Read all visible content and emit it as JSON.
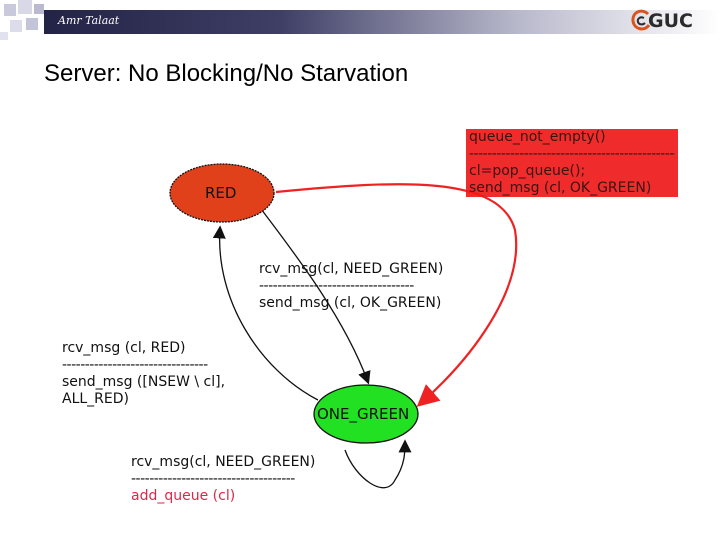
{
  "header": {
    "author": "Amr Talaat",
    "logo_text": "GUC"
  },
  "slide": {
    "title": "Server: No Blocking/No Starvation"
  },
  "diagram": {
    "states": {
      "red": {
        "label": "RED",
        "color": "#e0401a"
      },
      "one_green": {
        "label": "ONE_GREEN",
        "color": "#22e022"
      }
    },
    "transitions": {
      "queue_pop": {
        "condition": "queue_not_empty()",
        "divider": "------------------------------------------------",
        "action_1": "cl=pop_queue();",
        "action_2": "send_msg (cl, OK_GREEN)",
        "highlight_color": "#ee1a1a"
      },
      "need_green_from_red": {
        "condition": "rcv_msg(cl, NEED_GREEN)",
        "divider": "----------------------------------",
        "action": "send_msg (cl, OK_GREEN)"
      },
      "red_received": {
        "condition": "rcv_msg (cl, RED)",
        "divider": "--------------------------------",
        "action_1": "send_msg ([NSEW \\ cl],",
        "action_2": "ALL_RED)"
      },
      "need_green_self_loop": {
        "condition": "rcv_msg(cl, NEED_GREEN)",
        "divider": "------------------------------------",
        "action": "add_queue (cl)",
        "action_color": "#e0254a"
      }
    }
  }
}
